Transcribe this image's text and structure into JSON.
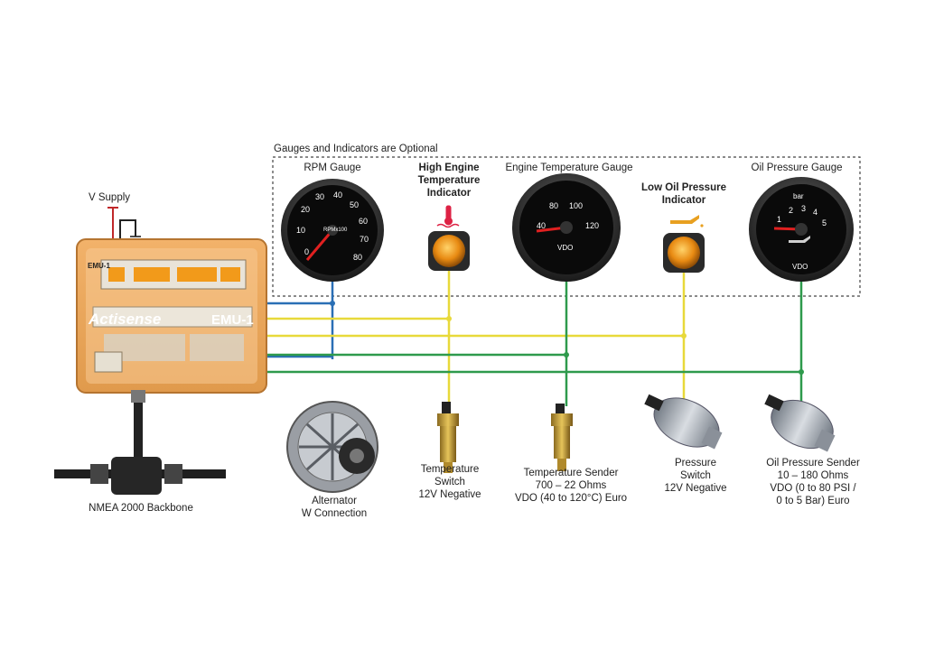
{
  "optional_box_label": "Gauges and Indicators are Optional",
  "v_supply_label": "V Supply",
  "emu": {
    "brand": "Actisense",
    "model": "EMU-1",
    "side_brand": "Actisense",
    "header_tag": "EMU-1"
  },
  "backbone_label": "NMEA 2000 Backbone",
  "gauges": {
    "rpm": {
      "title": "RPM Gauge",
      "face_text": "RPMx100",
      "ticks": [
        "0",
        "10",
        "20",
        "30",
        "40",
        "50",
        "60",
        "70",
        "80"
      ]
    },
    "high_temp": {
      "title": "High Engine Temperature Indicator"
    },
    "engine_temp": {
      "title": "Engine Temperature Gauge",
      "ticks": [
        "40",
        "80",
        "100",
        "120"
      ],
      "brand": "VDO"
    },
    "low_oil": {
      "title": "Low Oil Pressure Indicator"
    },
    "oil_pressure": {
      "title": "Oil Pressure Gauge",
      "unit": "bar",
      "ticks": [
        "1",
        "2",
        "3",
        "4",
        "5"
      ],
      "brand": "VDO"
    }
  },
  "senders": {
    "alternator": {
      "line1": "Alternator",
      "line2": "W Connection"
    },
    "temp_switch": {
      "line1": "Temperature",
      "line2": "Switch",
      "line3": "12V Negative"
    },
    "temp_sender": {
      "line1": "Temperature Sender",
      "line2": "700 – 22 Ohms",
      "line3": "VDO (40 to 120°C) Euro"
    },
    "pressure_switch": {
      "line1": "Pressure",
      "line2": "Switch",
      "line3": "12V Negative"
    },
    "oil_sender": {
      "line1": "Oil Pressure Sender",
      "line2": "10 – 180 Ohms",
      "line3": "VDO (0 to 80 PSI /",
      "line4": "0 to 5 Bar) Euro"
    }
  },
  "wire_colors": {
    "blue": "#2a6fb5",
    "yellow": "#e8d93a",
    "green": "#2e9a4c",
    "red": "#c0282a",
    "black": "#222222"
  }
}
